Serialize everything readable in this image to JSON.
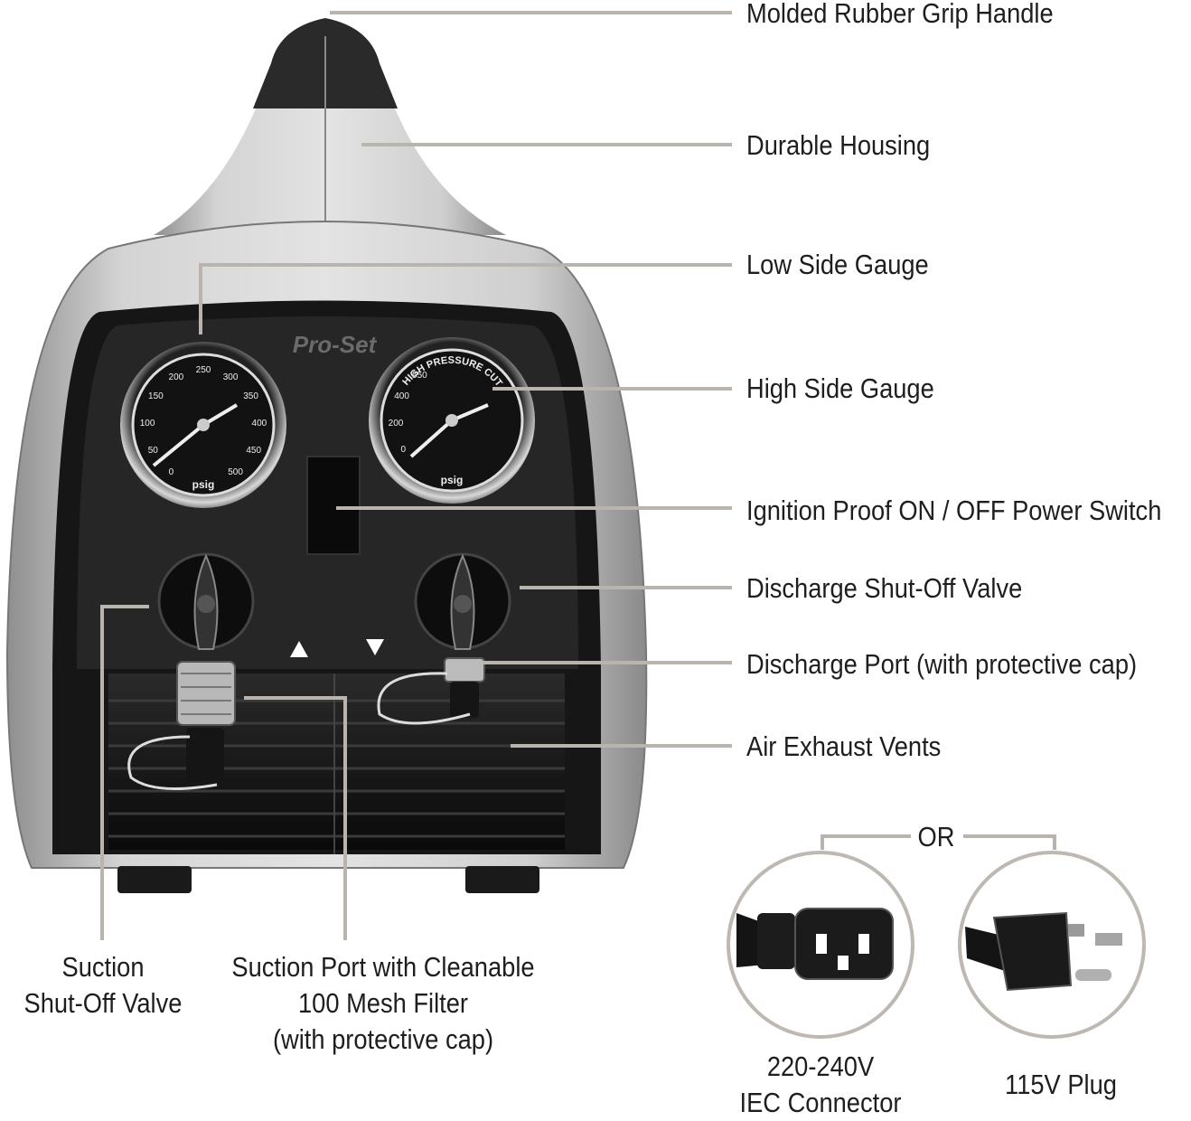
{
  "brand": "Pro-Set",
  "callouts": [
    {
      "id": "handle",
      "label": "Molded Rubber Grip Handle"
    },
    {
      "id": "housing",
      "label": "Durable Housing"
    },
    {
      "id": "low-gauge",
      "label": "Low Side Gauge"
    },
    {
      "id": "high-gauge",
      "label": "High Side Gauge"
    },
    {
      "id": "power-switch",
      "label": "Ignition Proof ON / OFF Power Switch"
    },
    {
      "id": "discharge-valve",
      "label": "Discharge Shut-Off Valve"
    },
    {
      "id": "discharge-port",
      "label": "Discharge Port (with protective cap)"
    },
    {
      "id": "exhaust-vents",
      "label": "Air Exhaust Vents"
    }
  ],
  "bottom_labels": {
    "suction_valve": [
      "Suction",
      "Shut-Off Valve"
    ],
    "suction_port": [
      "Suction Port with Cleanable",
      "100 Mesh Filter",
      "(with protective cap)"
    ]
  },
  "plugs": {
    "or_label": "OR",
    "iec": [
      "220-240V",
      "IEC Connector"
    ],
    "us": [
      "115V Plug"
    ]
  },
  "gauges": {
    "low": {
      "ticks": [
        "0",
        "50",
        "100",
        "150",
        "200",
        "250",
        "300",
        "350",
        "400",
        "450",
        "500"
      ],
      "unit": "psig"
    },
    "high": {
      "ticks": [
        "0",
        "200",
        "400",
        "550"
      ],
      "text": "HIGH PRESSURE CUTOUT",
      "unit": "psig"
    }
  },
  "colors": {
    "leader": "#b9b4ae",
    "housing": "#c9c9c9",
    "panel": "#161616"
  }
}
